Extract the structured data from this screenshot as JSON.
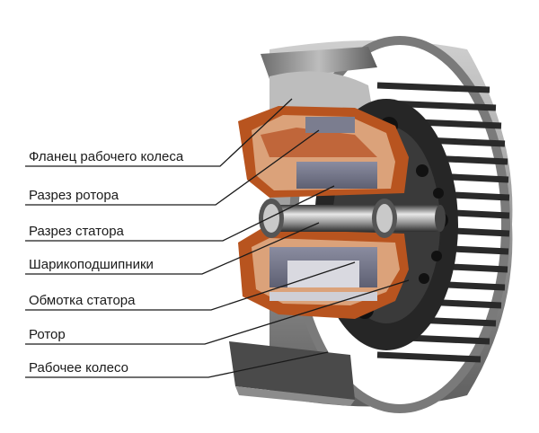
{
  "labels": {
    "impeller_flange": "Фланец рабочего колеса",
    "rotor_section": "Разрез ротора",
    "stator_section": "Разрез статора",
    "ball_bearings": "Шарикоподшипники",
    "stator_winding": "Обмотка статора",
    "rotor": "Ротор",
    "impeller": "Рабочее колесо"
  },
  "colors": {
    "winding_copper": "#b8541f",
    "winding_light": "#dba27a",
    "lamination_gray": "#7b7d8f",
    "housing_dark": "#2b2b2b",
    "impeller_gray": "#8f8f8f",
    "leader_line": "#1a1a1a"
  }
}
